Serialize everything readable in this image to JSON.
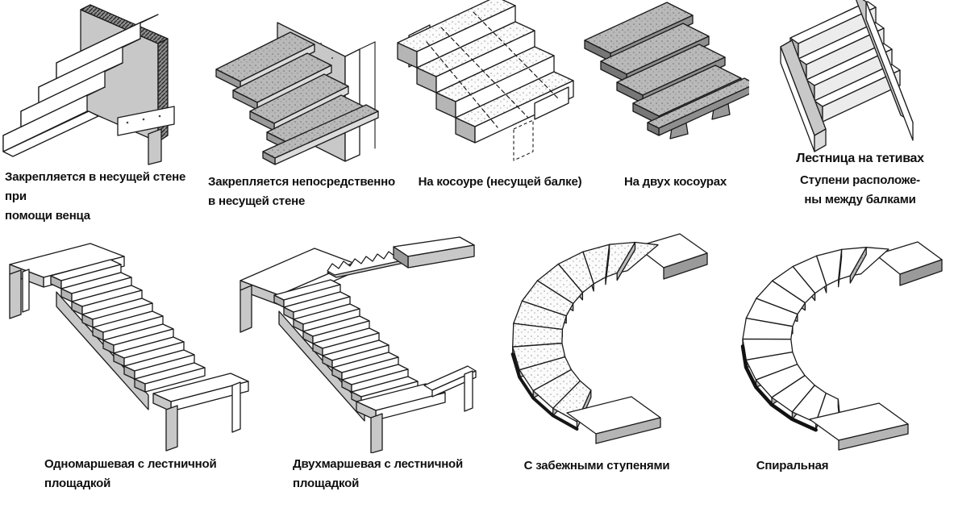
{
  "figures": [
    {
      "caption": "Закрепляется в несущей стене при\nпомощи венца"
    },
    {
      "caption": "Закрепляется непосредственно\nв несущей стене"
    },
    {
      "caption": "На косоуре (несущей балке)"
    },
    {
      "caption": "На двух косоурах"
    },
    {
      "title": "Лестница на тетивах",
      "caption": "Ступени расположе-\nны между балками"
    },
    {
      "caption": "Одномаршевая с лестничной\nплощадкой"
    },
    {
      "caption": "Двухмаршевая с лестничной\nплощадкой"
    },
    {
      "caption": "С забежными ступенями"
    },
    {
      "caption": "Спиральная"
    }
  ],
  "colors": {
    "ink": "#1a1a1a",
    "paper": "#ffffff",
    "shade_light": "#c8c8c8",
    "shade_mid": "#9a9a9a",
    "shade_dark": "#5f5f5f"
  }
}
